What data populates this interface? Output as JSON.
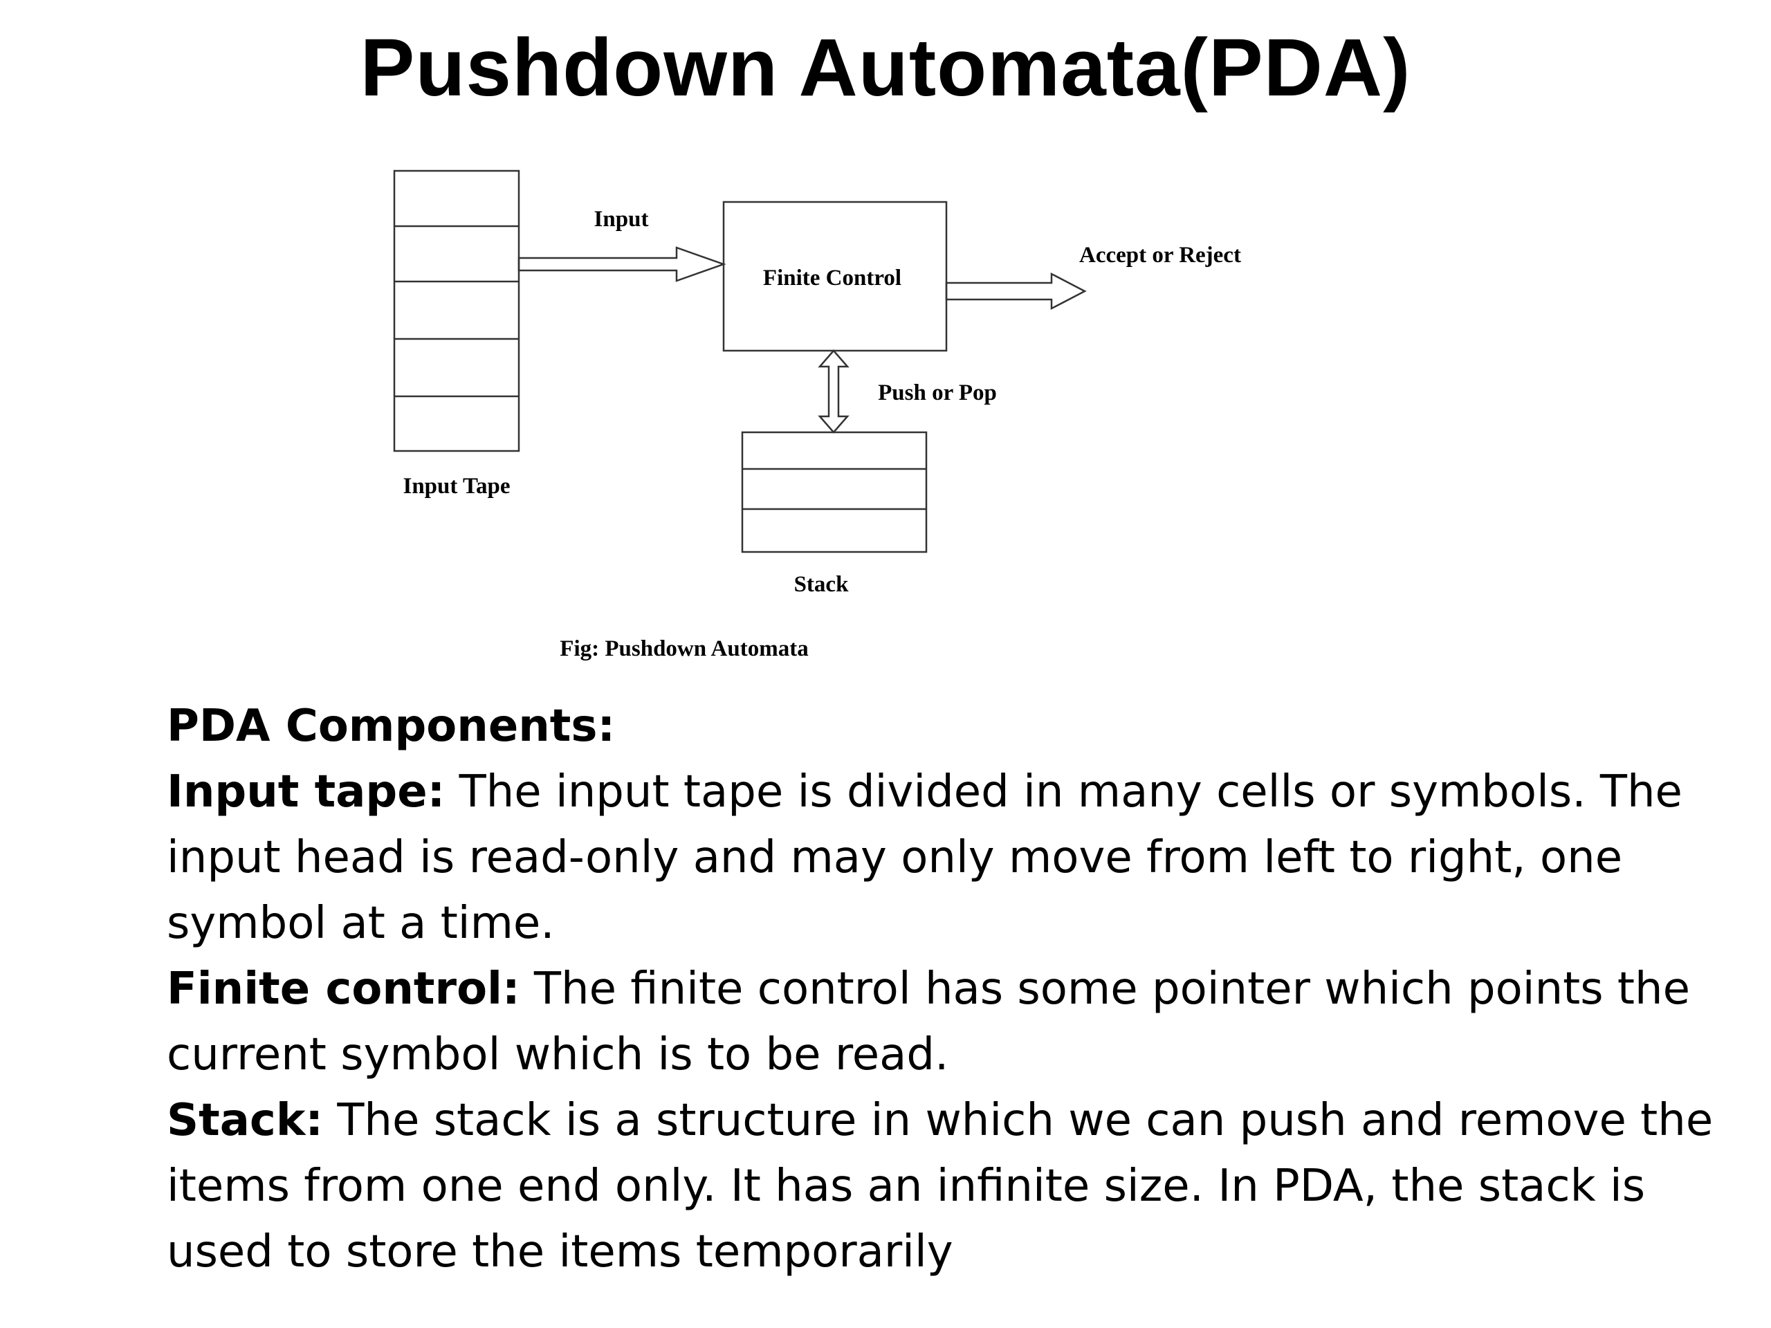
{
  "title": "Pushdown Automata(PDA)",
  "diagram": {
    "input_label": "Input",
    "finite_control_label": "Finite Control",
    "accept_reject_label": "Accept or Reject",
    "push_pop_label": "Push or Pop",
    "input_tape_label": "Input Tape",
    "stack_label": "Stack",
    "caption": "Fig: Pushdown Automata"
  },
  "components": {
    "heading": "PDA Components:",
    "items": [
      {
        "term": "Input tape:",
        "text": " The input tape is divided in many cells or symbols. The input head is read-only and may only move from left to right, one symbol at a time."
      },
      {
        "term": "Finite control:",
        "text": " The finite control has some pointer which points the current symbol which is to be read."
      },
      {
        "term": "Stack:",
        "text": " The stack is a structure in which we can push and remove the items from one end only. It has an infinite size. In PDA, the stack is used to store the items temporarily"
      }
    ]
  }
}
